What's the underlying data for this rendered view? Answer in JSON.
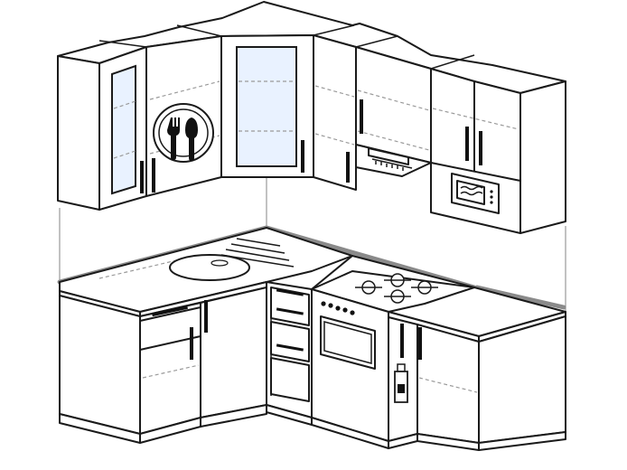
{
  "scene": {
    "upper_cabinets": [
      "glass-door-cabinet",
      "cutlery-badge-cabinet",
      "corner-glass-cabinet",
      "hood-cabinet",
      "microwave-cabinet"
    ],
    "lower_cabinets": [
      "sink-base-cabinet",
      "corner-base-cabinet",
      "drawer-unit",
      "cooker",
      "bottle-rack",
      "end-base-cabinet"
    ],
    "appliances": [
      "sink",
      "cooktop",
      "oven",
      "range-hood",
      "microwave"
    ],
    "icons": [
      "fork-knife-icon",
      "bottle-icon"
    ]
  }
}
